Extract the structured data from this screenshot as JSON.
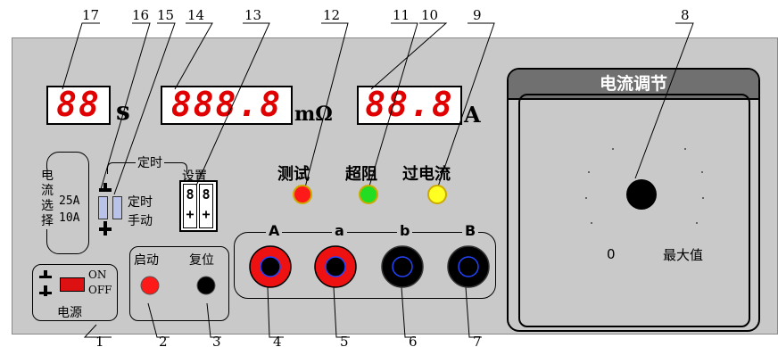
{
  "callouts": [
    "1",
    "2",
    "3",
    "4",
    "5",
    "6",
    "7",
    "8",
    "9",
    "10",
    "11",
    "12",
    "13",
    "14",
    "15",
    "16",
    "17"
  ],
  "displays": {
    "time": {
      "digits": "88",
      "unit": "s"
    },
    "resistance": {
      "digits": "888.8",
      "unit": "mΩ"
    },
    "current": {
      "digits": "88.8",
      "unit": "A"
    }
  },
  "indicators": {
    "test": {
      "label": "测试",
      "color": "#ff1a1a"
    },
    "over_resistance": {
      "label": "超阻",
      "color": "#22dd22"
    },
    "over_current": {
      "label": "过电流",
      "color": "#ffff22"
    }
  },
  "current_select": {
    "title_chars": [
      "电",
      "流",
      "选",
      "择"
    ],
    "opt_25a": "25A",
    "opt_10a": "10A"
  },
  "timing": {
    "title": "定时",
    "timed": "定时",
    "manual": "手动"
  },
  "setting": {
    "title": "设置",
    "digits": [
      "8",
      "8"
    ],
    "signs": [
      "+",
      "+"
    ]
  },
  "power": {
    "on": "ON",
    "off": "OFF",
    "label": "电源"
  },
  "start_label": "启动",
  "reset_label": "复位",
  "terminals": [
    "A",
    "a",
    "b",
    "B"
  ],
  "current_adjust": {
    "title": "电流调节",
    "min_label": "0",
    "max_label": "最大值"
  }
}
